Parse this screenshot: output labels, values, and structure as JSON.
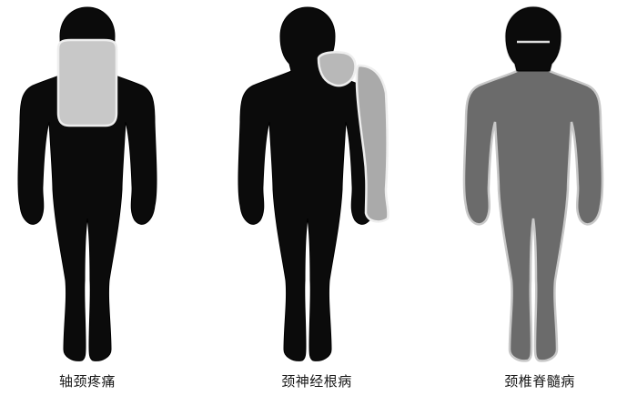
{
  "figures": [
    {
      "caption": "轴颈疼痛",
      "body_color": "#0b0b0b",
      "highlight": "neck-upper-back",
      "highlight_color": "#c8c8c8"
    },
    {
      "caption": "颈神经根病",
      "body_color": "#0b0b0b",
      "highlight": "shoulder-arm",
      "highlight_color": "#aaaaaa"
    },
    {
      "caption": "颈椎脊髓病",
      "body_color": "#6b6b6b",
      "highlight": "whole-body-below-neck",
      "highlight_color": "#6b6b6b"
    }
  ]
}
